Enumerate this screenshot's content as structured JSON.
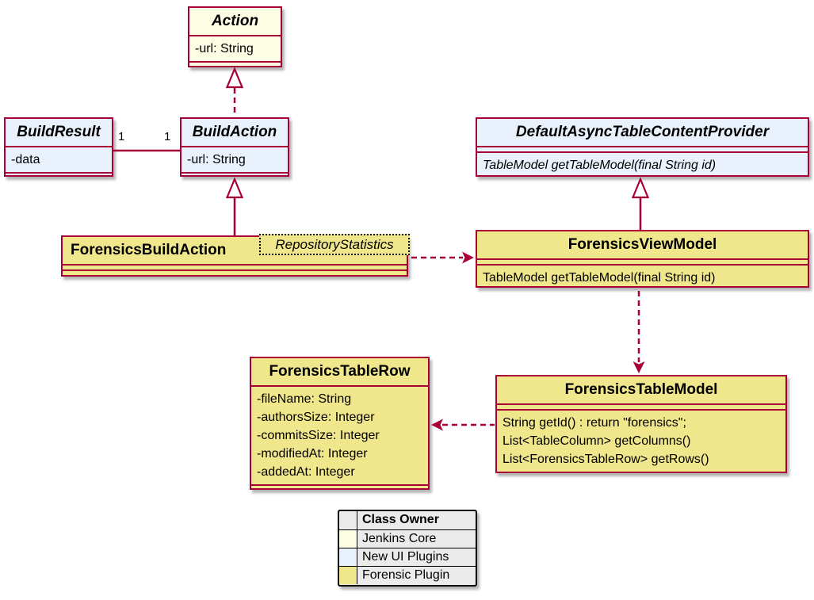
{
  "colors": {
    "border": "#A80036",
    "jenkins_core": "#FDFDE4",
    "new_ui": "#E9F2FC",
    "forensic": "#F0E68C",
    "legend_bg": "#EBEBEB"
  },
  "classes": {
    "action": {
      "name": "Action",
      "fields": [
        "-url: String"
      ]
    },
    "build_result": {
      "name": "BuildResult",
      "fields": [
        "-data"
      ]
    },
    "build_action": {
      "name": "BuildAction",
      "fields": [
        "-url: String"
      ]
    },
    "provider": {
      "name": "DefaultAsyncTableContentProvider",
      "methods": [
        "TableModel getTableModel(final String id)"
      ]
    },
    "forensics_build_action": {
      "name": "ForensicsBuildAction",
      "generic": "RepositoryStatistics"
    },
    "forensics_view_model": {
      "name": "ForensicsViewModel",
      "methods": [
        "TableModel getTableModel(final String id)"
      ]
    },
    "forensics_table_row": {
      "name": "ForensicsTableRow",
      "fields": [
        "-fileName: String",
        "-authorsSize: Integer",
        "-commitsSize: Integer",
        "-modifiedAt: Integer",
        "-addedAt: Integer"
      ]
    },
    "forensics_table_model": {
      "name": "ForensicsTableModel",
      "methods": [
        "String getId() : return \"forensics\";",
        "List<TableColumn> getColumns()",
        "List<ForensicsTableRow> getRows()"
      ]
    }
  },
  "association": {
    "from_multiplicity": "1",
    "to_multiplicity": "1"
  },
  "legend": {
    "header": "Class Owner",
    "rows": [
      {
        "label": "Jenkins Core",
        "color": "#FDFDE4"
      },
      {
        "label": "New UI Plugins",
        "color": "#E9F2FC"
      },
      {
        "label": "Forensic Plugin",
        "color": "#F0E68C"
      }
    ]
  }
}
